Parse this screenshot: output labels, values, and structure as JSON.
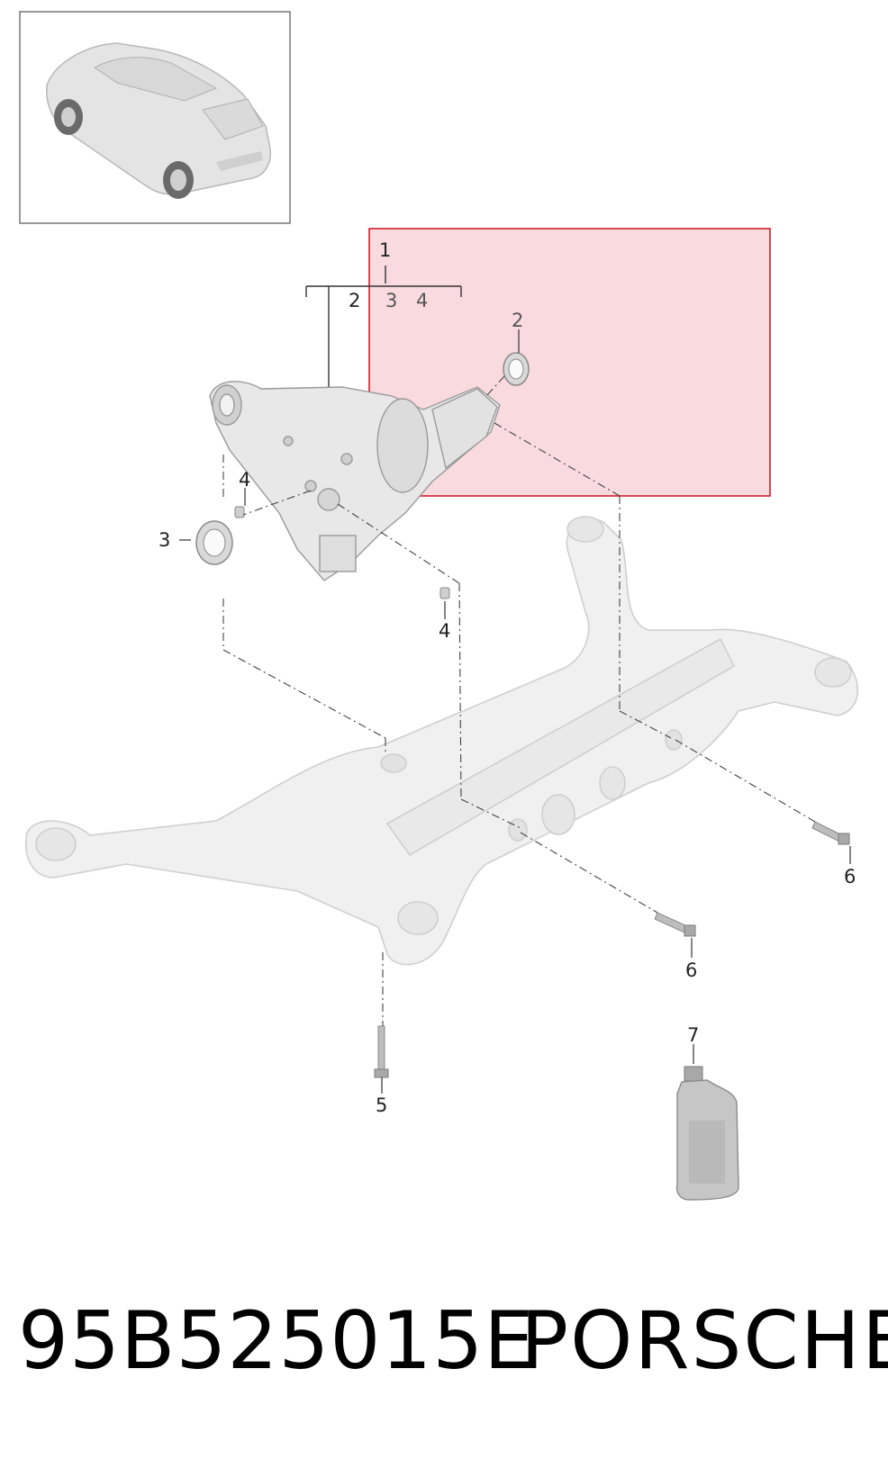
{
  "callouts": {
    "group_parent": "1",
    "group_child_2": "2",
    "group_child_3": "3",
    "group_child_4": "4",
    "seal_right": "2",
    "seal_left": "3",
    "plug_upper": "4",
    "plug_lower": "4",
    "bolt_vertical": "5",
    "bolt_right_upper": "6",
    "bolt_right_lower": "6",
    "oil_bottle": "7"
  },
  "footer": {
    "part_number": "95B525015E",
    "brand": "PORSCHE"
  },
  "colors": {
    "highlight_fill": "#f8d3d9",
    "highlight_stroke": "#d0202a",
    "part_fill": "#eeeeee",
    "part_stroke": "#c8c8c8",
    "leader_line": "#444444"
  },
  "icons": {
    "thumbnail": "suv-car-icon",
    "oil_bottle": "oil-bottle-icon"
  }
}
